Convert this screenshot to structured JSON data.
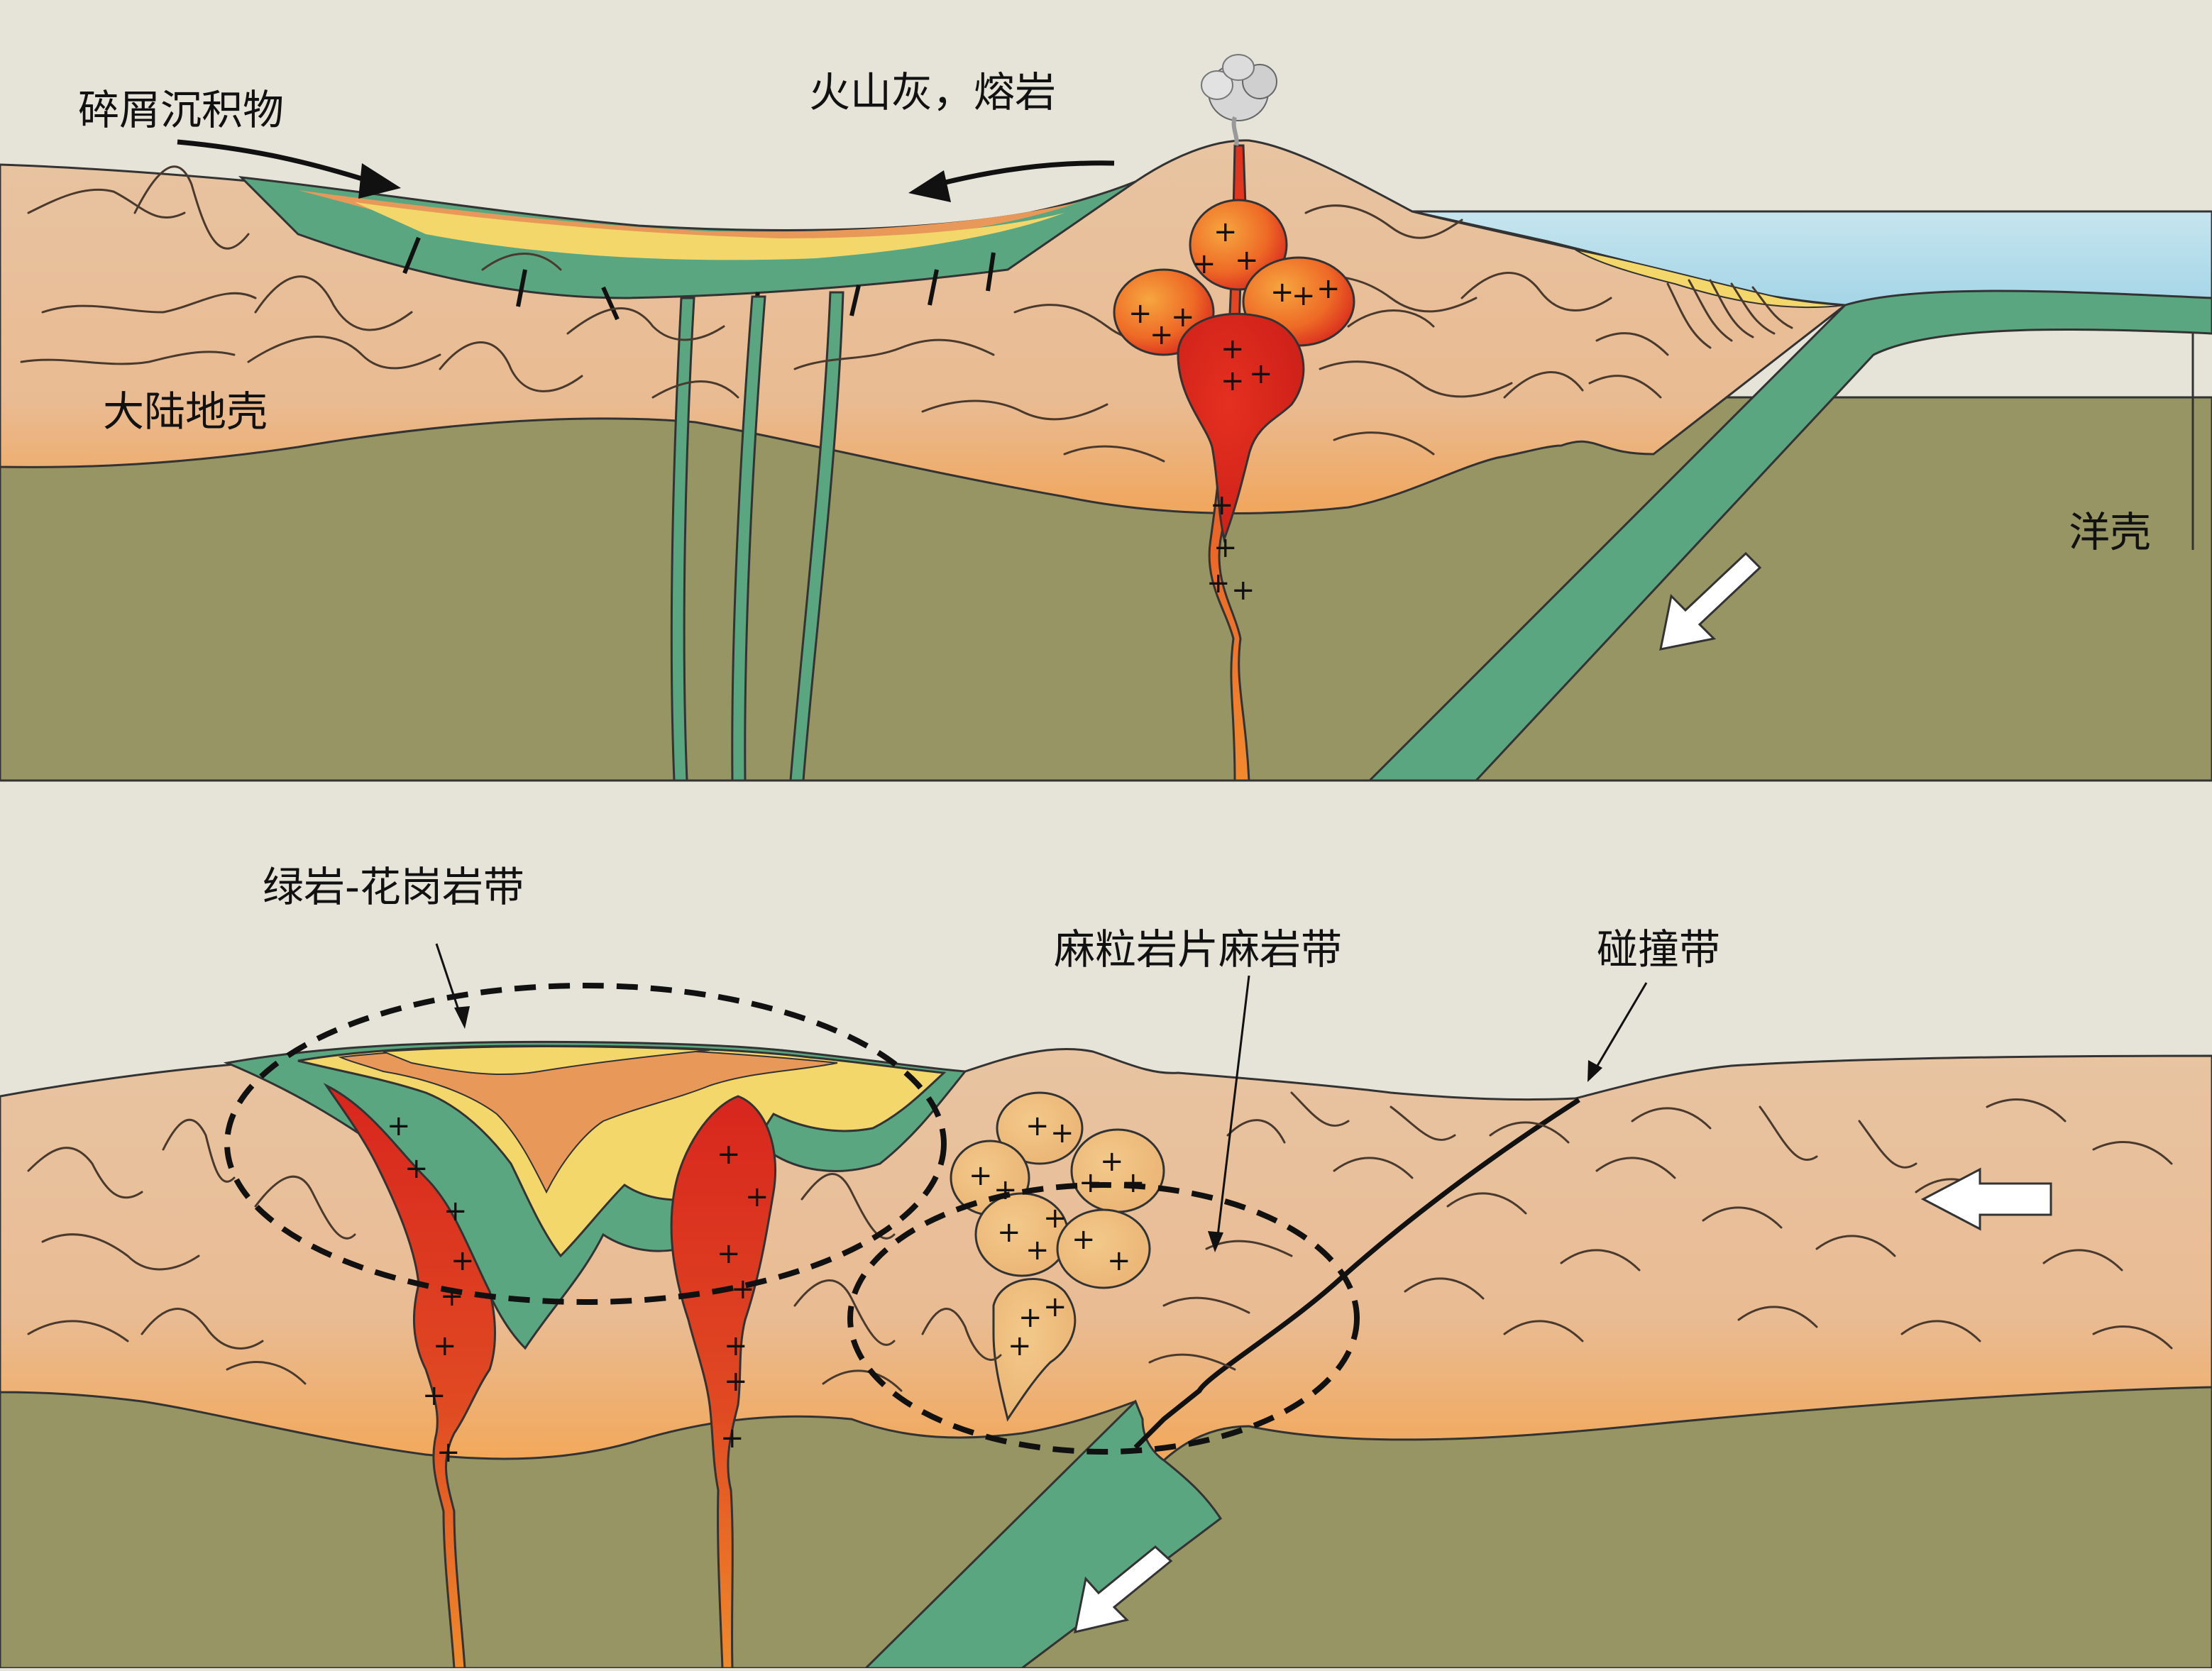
{
  "top_panel": {
    "labels": {
      "debris": "碎屑沉积物",
      "ash_lava": "火山灰，熔岩",
      "continental_crust": "大陆地壳",
      "oceanic_crust": "洋壳"
    }
  },
  "bottom_panel": {
    "labels": {
      "greenstone_granite": "绿岩-花岗岩带",
      "granulite_gneiss": "麻粒岩片麻岩带",
      "collision": "碰撞带"
    }
  },
  "colors": {
    "background": "#e6e3d9",
    "crust": "#e8c4a2",
    "crust_deep": "#f1a65c",
    "mantle": "#979564",
    "slab": "#5aa680",
    "magma_red": "#d8261e",
    "magma_orange": "#f08a2a",
    "sediment_yellow": "#f4d76a",
    "sediment_orange": "#e8995a",
    "ocean": "#a9d8e8"
  }
}
